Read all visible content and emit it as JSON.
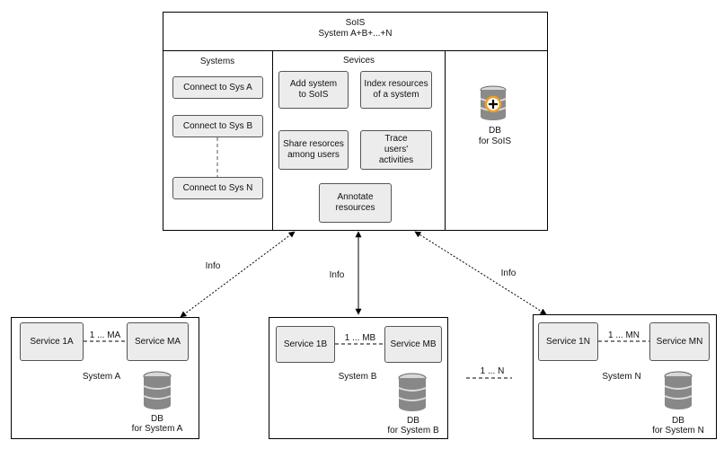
{
  "sois": {
    "title": "SoIS",
    "subtitle": "System A+B+...+N",
    "systems_header": "Systems",
    "services_header": "Sevices",
    "connectors": [
      "Connect to Sys A",
      "Connect to Sys B",
      "Connect to Sys N"
    ],
    "services": [
      "Add system to SoIS",
      "Index resources of a system",
      "Share resorces among users",
      "Trace users' activities",
      "Annotate resources"
    ],
    "db_label": "DB",
    "db_sublabel": "for SoIS"
  },
  "links": {
    "info": "Info",
    "between_systems": "1 ... N"
  },
  "systems": [
    {
      "service_left": "Service 1A",
      "service_right": "Service MA",
      "multiplicity": "1 ... MA",
      "name": "System A",
      "db_label": "DB",
      "db_sublabel": "for System A"
    },
    {
      "service_left": "Service 1B",
      "service_right": "Service MB",
      "multiplicity": "1 ... MB",
      "name": "System B",
      "db_label": "DB",
      "db_sublabel": "for System B"
    },
    {
      "service_left": "Service 1N",
      "service_right": "Service MN",
      "multiplicity": "1 ... MN",
      "name": "System N",
      "db_label": "DB",
      "db_sublabel": "for System N"
    }
  ],
  "icons": {
    "db": "database-icon",
    "db_add": "database-add-icon"
  },
  "colors": {
    "box_fill": "#ececec",
    "db_dark": "#777777",
    "db_light": "#d8d8d8",
    "plus_ring": "#f0a020"
  }
}
